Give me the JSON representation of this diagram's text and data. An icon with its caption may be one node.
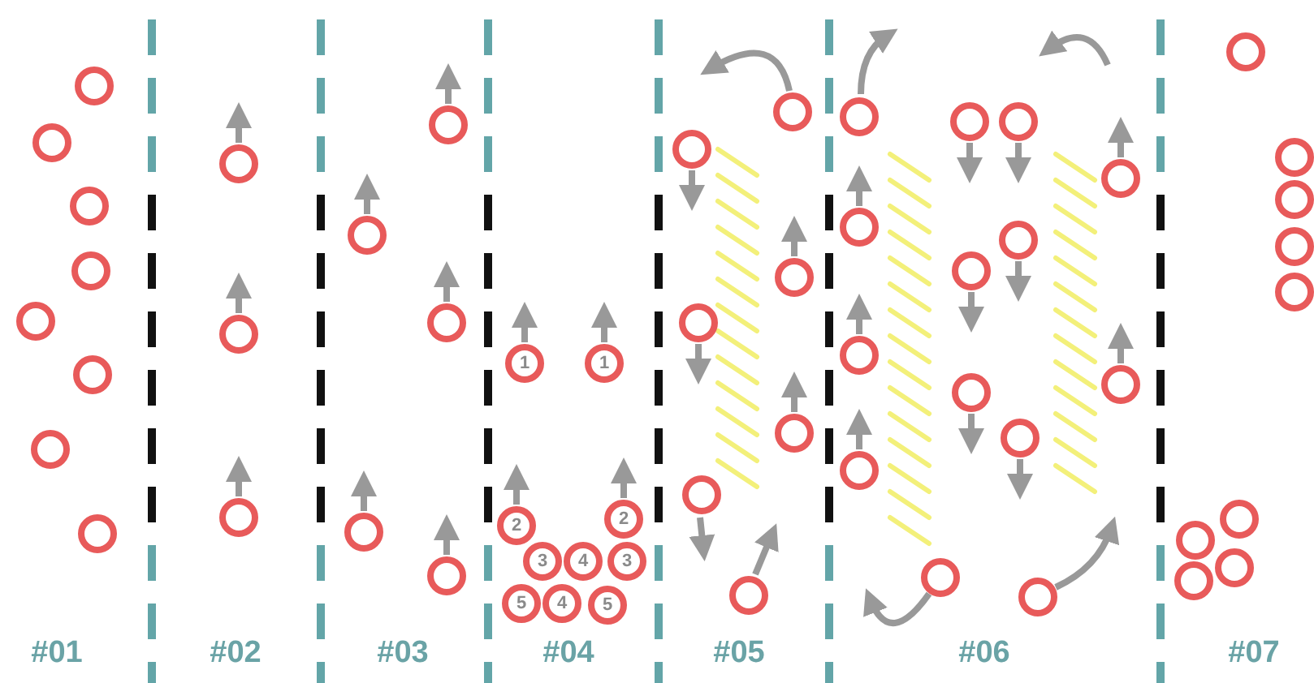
{
  "diagram": {
    "nodes": [
      {
        "text": [],
        "shape": "circle"
      },
      {
        "text": [],
        "shape": "circle"
      },
      {
        "text": [],
        "shape": "circle"
      },
      {
        "text": [],
        "shape": "circle"
      },
      {
        "text": [],
        "shape": "circle"
      },
      {
        "text": [],
        "shape": "circle"
      },
      {
        "text": [],
        "shape": "circle"
      },
      {
        "text": [],
        "shape": "circle"
      },
      {
        "text": [],
        "shape": "circle"
      },
      {
        "text": [],
        "shape": "circle"
      },
      {
        "text": [],
        "shape": "circle"
      },
      {
        "text": [],
        "shape": "circle"
      },
      {
        "text": [],
        "shape": "circle"
      },
      {
        "text": [],
        "shape": "circle"
      },
      {
        "text": [],
        "shape": "circle"
      },
      {
        "text": [],
        "shape": "circle"
      },
      {
        "text": [
          "1"
        ]
      },
      {
        "text": [
          "1"
        ]
      },
      {
        "text": [
          "2"
        ]
      },
      {
        "text": [
          "2"
        ]
      },
      {
        "text": [
          "3"
        ]
      },
      {
        "text": [
          "4"
        ]
      },
      {
        "text": [
          "3"
        ]
      },
      {
        "text": [
          "5"
        ]
      },
      {
        "text": [
          "4"
        ]
      },
      {
        "text": [
          "5"
        ]
      },
      {
        "text": [],
        "shape": "circle"
      },
      {
        "text": [],
        "shape": "circle"
      },
      {
        "text": [],
        "shape": "circle"
      },
      {
        "text": [],
        "shape": "circle"
      },
      {
        "text": [],
        "shape": "circle"
      },
      {
        "text": [],
        "shape": "circle"
      },
      {
        "text": [],
        "shape": "circle"
      },
      {
        "text": [],
        "shape": "circle"
      },
      {
        "text": [],
        "shape": "circle"
      },
      {
        "text": [],
        "shape": "circle"
      },
      {
        "text": [],
        "shape": "circle"
      },
      {
        "text": [],
        "shape": "circle"
      },
      {
        "text": [],
        "shape": "circle"
      },
      {
        "text": [],
        "shape": "circle"
      },
      {
        "text": [],
        "shape": "circle"
      },
      {
        "text": [],
        "shape": "circle"
      },
      {
        "text": [],
        "shape": "circle"
      },
      {
        "text": [],
        "shape": "circle"
      },
      {
        "text": [],
        "shape": "circle"
      },
      {
        "text": [],
        "shape": "circle"
      },
      {
        "text": [],
        "shape": "circle"
      },
      {
        "text": [],
        "shape": "circle"
      },
      {
        "text": [],
        "shape": "circle"
      },
      {
        "text": [],
        "shape": "circle"
      },
      {
        "text": [],
        "shape": "circle"
      },
      {
        "text": [],
        "shape": "circle"
      },
      {
        "text": [],
        "shape": "circle"
      },
      {
        "text": [],
        "shape": "circle"
      },
      {
        "text": [],
        "shape": "circle"
      },
      {
        "text": [],
        "shape": "circle"
      }
    ],
    "labels": [
      "#01",
      "#02",
      "#03",
      "#04",
      "#05",
      "#06",
      "#07"
    ]
  }
}
